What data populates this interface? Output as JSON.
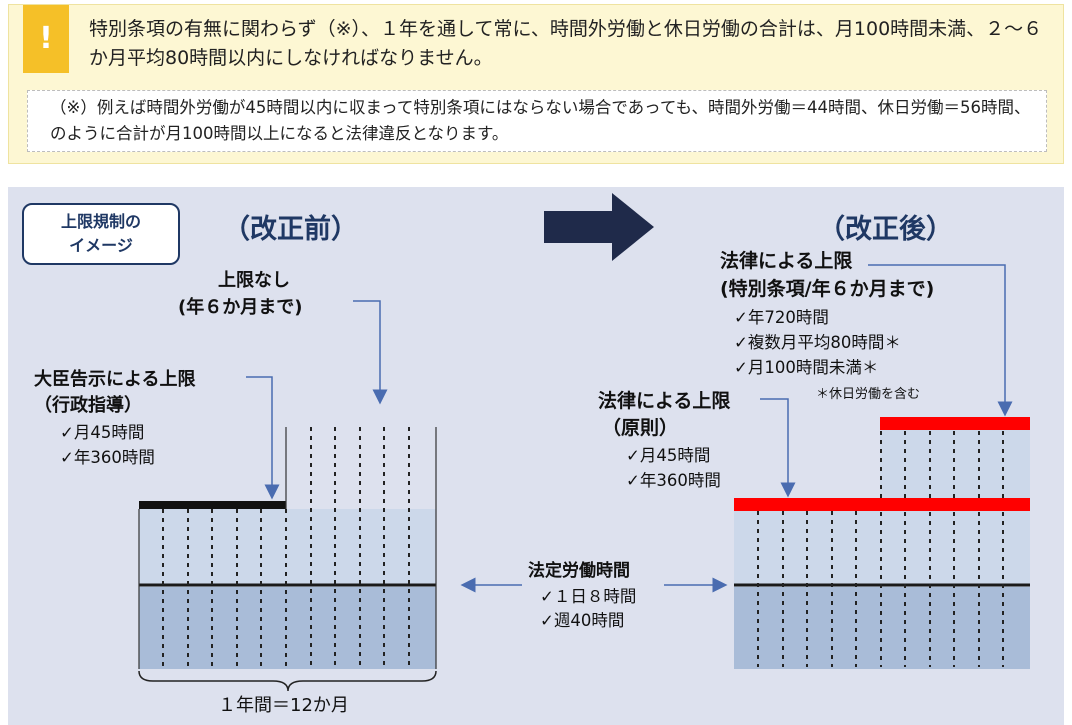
{
  "notice": {
    "icon": "exclamation-icon",
    "text": "特別条項の有無に関わらず（※）、１年を通して常に、時間外労働と休日労働の合計は、月100時間未満、２～６か月平均80時間以内にしなければなりません。",
    "note": "（※）例えば時間外労働が45時間以内に収まって特別条項にはならない場合であっても、時間外労働＝44時間、休日労働＝56時間、のように合計が月100時間以上になると法律違反となります。"
  },
  "diagram": {
    "tag": "上限規制の\nイメージ",
    "before_title": "（改正前）",
    "after_title": "（改正後）",
    "before": {
      "no_limit_line1": "上限なし",
      "no_limit_line2": "(年６か月まで)",
      "minister_line1": "大臣告示による上限",
      "minister_line2": "（行政指導）",
      "minister_item1": "✓月45時間",
      "minister_item2": "✓年360時間"
    },
    "after": {
      "special_line1": "法律による上限",
      "special_line2": "(特別条項/年６か月まで)",
      "special_item1": "✓年720時間",
      "special_item2": "✓複数月平均80時間＊",
      "special_item3": "✓月100時間未満＊",
      "special_note": "＊休日労働を含む",
      "principle_line1": "法律による上限",
      "principle_line2": "（原則）",
      "principle_item1": "✓月45時間",
      "principle_item2": "✓年360時間"
    },
    "legal_hours_title": "法定労働時間",
    "legal_hours_item1": "✓１日８時間",
    "legal_hours_item2": "✓週40時間",
    "year_label": "１年間＝12か月",
    "colors": {
      "navy": "#1f3864",
      "red": "#e8111a",
      "bar_top": "#ccd8ea",
      "bar_bottom": "#a9bcd8"
    }
  }
}
